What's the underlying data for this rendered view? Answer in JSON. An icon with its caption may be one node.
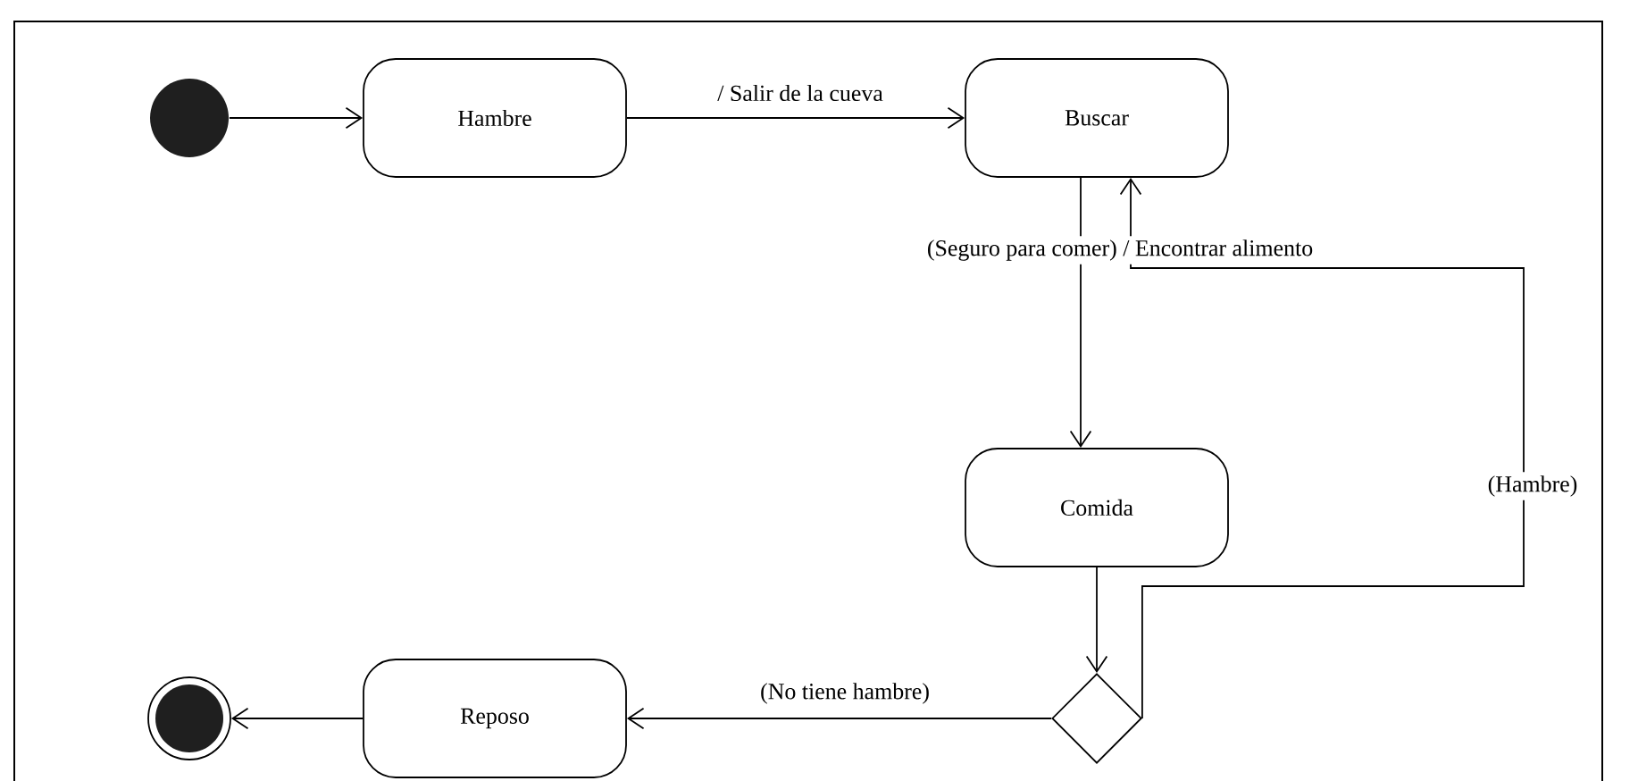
{
  "diagram": {
    "nodes": [
      {
        "text": [],
        "shape": "circle"
      },
      {
        "text": [
          "Hambre"
        ]
      },
      {
        "text": [
          "Buscar"
        ]
      },
      {
        "text": [
          "Comida"
        ]
      },
      {
        "text": [],
        "shape": "diamond"
      },
      {
        "text": [
          "Reposo"
        ]
      },
      {
        "text": [],
        "shape": "circle"
      }
    ],
    "edges": [
      {
        "from": 0,
        "to": 1,
        "arrow": "to"
      },
      {
        "from": 1,
        "to": 2,
        "arrow": "to",
        "label": "/ Salir de la cueva"
      },
      {
        "from": 2,
        "to": 3,
        "arrow": "to",
        "label": "(Seguro para comer) / Encontrar alimento"
      },
      {
        "from": 3,
        "to": 4,
        "arrow": "to"
      },
      {
        "from": 4,
        "to": 2,
        "arrow": "to",
        "label": "(Hambre)"
      },
      {
        "from": 4,
        "to": 5,
        "arrow": "to",
        "label": "(No tiene hambre)"
      },
      {
        "from": 5,
        "to": 6,
        "arrow": "to"
      }
    ]
  }
}
